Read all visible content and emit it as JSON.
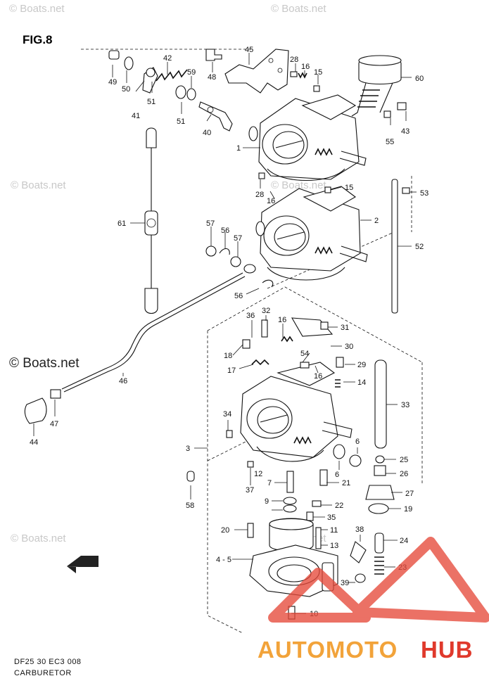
{
  "figure": {
    "title": "FIG.8"
  },
  "footer": {
    "code": "DF25 30 EC3  008",
    "caption": "CARBURETOR"
  },
  "watermarks": {
    "boats_small": "© Boats.net",
    "boats_large": "© Boats.net",
    "brand_left": "AUTOMOTO",
    "brand_right": "HUB"
  },
  "colors": {
    "brand_orange": "#f2a33a",
    "brand_red": "#e0392c",
    "triangle_red": "#e64a3b"
  },
  "icons": [
    "front-arrow-icon",
    "warning-triangle-icon"
  ],
  "callouts": {
    "c1": "1",
    "c2": "2",
    "c3": "3",
    "c4_5": "4 - 5",
    "c6a": "6",
    "c6b": "6",
    "c7": "7",
    "c9": "9",
    "c10": "10",
    "c11": "11",
    "c12": "12",
    "c13": "13",
    "c14": "14",
    "c15a": "15",
    "c15b": "15",
    "c16a": "16",
    "c16b": "16",
    "c16c": "16",
    "c16d": "16",
    "c17": "17",
    "c18": "18",
    "c19": "19",
    "c20": "20",
    "c21": "21",
    "c22": "22",
    "c23": "23",
    "c24": "24",
    "c25": "25",
    "c26": "26",
    "c27": "27",
    "c28a": "28",
    "c28b": "28",
    "c29": "29",
    "c30": "30",
    "c31": "31",
    "c32": "32",
    "c33": "33",
    "c34": "34",
    "c35": "35",
    "c36": "36",
    "c37": "37",
    "c38": "38",
    "c39": "39",
    "c40": "40",
    "c41": "41",
    "c42": "42",
    "c43": "43",
    "c44": "44",
    "c45": "45",
    "c46": "46",
    "c47": "47",
    "c48": "48",
    "c49": "49",
    "c50": "50",
    "c51a": "51",
    "c51b": "51",
    "c52": "52",
    "c53": "53",
    "c54": "54",
    "c55": "55",
    "c56a": "56",
    "c56b": "56",
    "c57a": "57",
    "c57b": "57",
    "c58": "58",
    "c59": "59",
    "c60": "60",
    "c61": "61"
  }
}
